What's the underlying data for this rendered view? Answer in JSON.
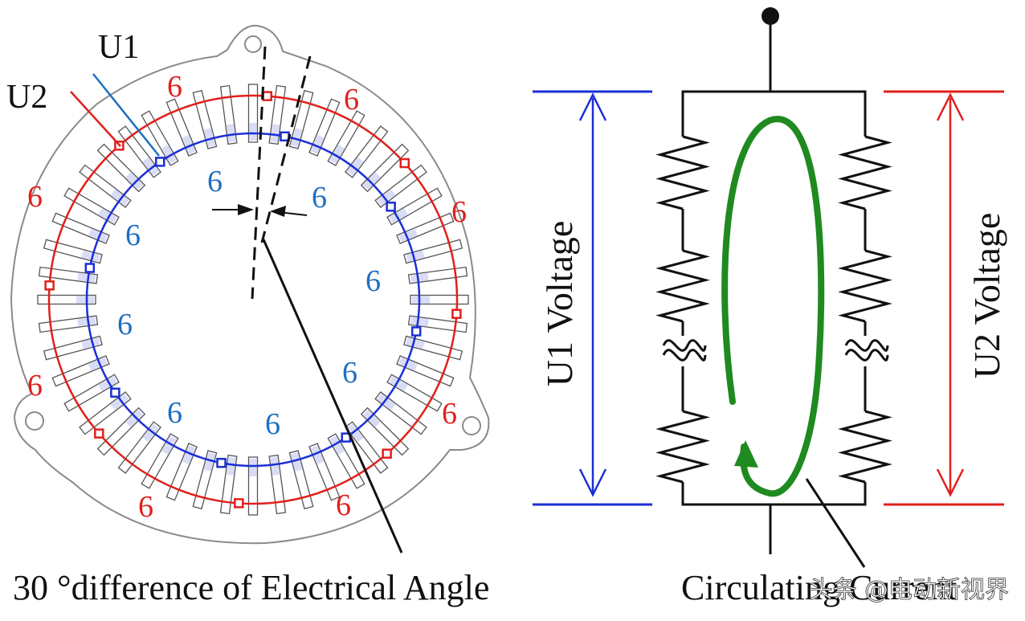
{
  "stator": {
    "u1_label": "U1",
    "u2_label": "U2",
    "outer_count_labels": [
      "6",
      "6",
      "6",
      "6",
      "6",
      "6",
      "6",
      "6"
    ],
    "inner_count_labels": [
      "6",
      "6",
      "6",
      "6",
      "6",
      "6",
      "6",
      "6"
    ],
    "caption": "30 °difference of Electrical Angle"
  },
  "circuit": {
    "u1_voltage_label": "U1 Voltage",
    "u2_voltage_label": "U2 Voltage",
    "caption": "Circulating Current"
  },
  "watermark": {
    "text": "头条 @电动新视界"
  },
  "colors": {
    "u1": "#1a2fd6",
    "u2": "#e0201c",
    "u1_label_text": "#1e6fc0",
    "circulating": "#1f8a1f",
    "frame": "#8a8a8a",
    "ink": "#111111"
  }
}
